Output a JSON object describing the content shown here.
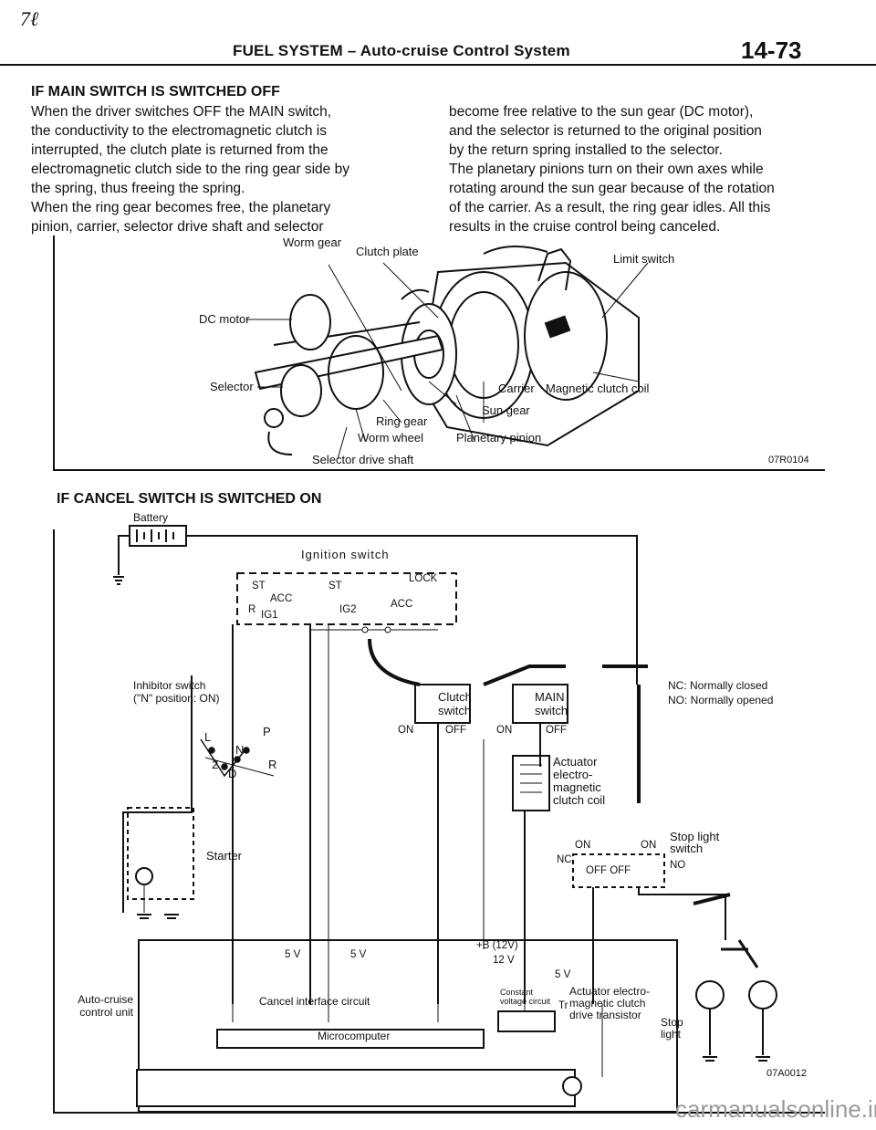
{
  "page": {
    "corner_mark": "7ℓ",
    "header_title": "FUEL SYSTEM – Auto-cruise Control System",
    "page_number": "14-73",
    "watermark": "carmanualsonline.info"
  },
  "section1": {
    "heading": "IF MAIN SWITCH IS SWITCHED OFF",
    "left_lines": [
      "When the driver switches OFF the MAIN switch,",
      "the conductivity to the electromagnetic clutch is",
      "interrupted, the clutch plate is returned from the",
      "electromagnetic clutch side to the ring gear side by",
      "the spring, thus freeing the spring.",
      "When the ring gear becomes free, the planetary",
      "pinion, carrier, selector drive shaft and selector"
    ],
    "right_lines": [
      "become free relative to the sun gear (DC motor),",
      "and the selector is returned to the original position",
      "by the return spring installed to the selector.",
      "The planetary pinions turn on their own axes while",
      "rotating around the sun gear because of the rotation",
      "of the carrier. As a result, the ring gear idles. All this",
      "results in the cruise control being canceled."
    ]
  },
  "figure1": {
    "labels": {
      "worm_gear": "Worm gear",
      "clutch_plate": "Clutch plate",
      "limit_switch": "Limit switch",
      "dc_motor": "DC motor",
      "selector": "Selector",
      "carrier": "Carrier",
      "magnetic_clutch_coil": "Magnetic clutch coil",
      "sun_gear": "Sun gear",
      "ring_gear": "Ring gear",
      "worm_wheel": "Worm wheel",
      "planetary_pinion": "Planetary pinion",
      "selector_drive_shaft": "Selector drive shaft"
    },
    "code": "07R0104"
  },
  "section2": {
    "heading": "IF CANCEL SWITCH IS SWITCHED ON"
  },
  "figure2": {
    "labels": {
      "battery": "Battery",
      "ignition_switch": "Ignition switch",
      "inhibitor_switch": "Inhibitor switch",
      "n_position": "(\"N\" position: ON)",
      "starter": "Starter",
      "clutch_switch": "Clutch switch",
      "main_switch": "MAIN switch",
      "on": "ON",
      "off": "OFF",
      "actuator_coil": "Actuator electro-magnetic clutch coil",
      "nc_legend": "NC: Normally closed",
      "no_legend": "NO: Normally opened",
      "stop_light_switch": "Stop light switch",
      "nc": "NC",
      "no": "NO",
      "off_off": "OFF OFF",
      "auto_cruise_unit": "Auto-cruise control unit",
      "cancel_interface": "Cancel interface circuit",
      "microcomputer": "Microcomputer",
      "constant_voltage": "Constant voltage circuit",
      "transistor": "Actuator electro-magnetic clutch drive transistor",
      "tr": "Tr",
      "stop_light": "Stop light",
      "v5": "5 V",
      "b12": "+B (12V)",
      "v12": "12 V",
      "ig1": "IG1",
      "ig2": "IG2",
      "st": "ST",
      "acc": "ACC",
      "lock": "LOCK",
      "r": "R",
      "gear_l": "L",
      "gear_p": "P",
      "gear_n": "N",
      "gear_2": "2",
      "gear_d": "D",
      "gear_r": "R"
    },
    "code": "07A0012"
  }
}
